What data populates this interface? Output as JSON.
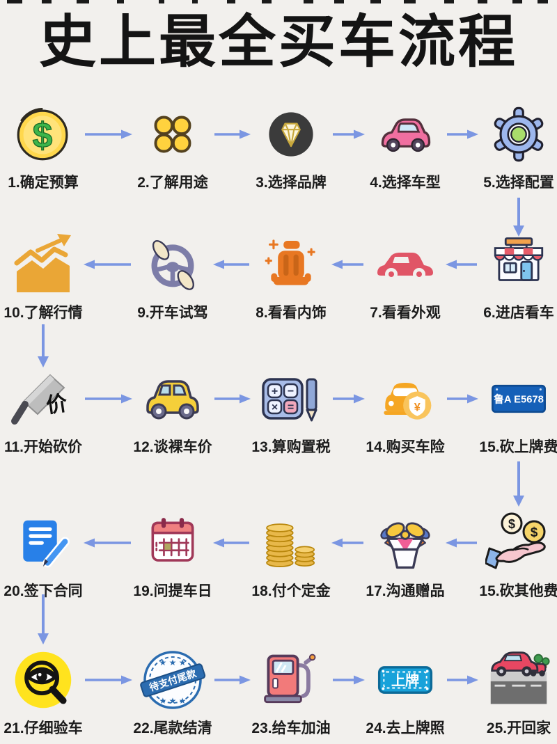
{
  "page": {
    "title": "史上最全买车流程",
    "background": "#f2f0ed",
    "arrow_color": "#7b96e2"
  },
  "steps": [
    {
      "label": "1.确定预算",
      "icon": "dollar-coin-icon"
    },
    {
      "label": "2.了解用途",
      "icon": "clover-icon"
    },
    {
      "label": "3.选择品牌",
      "icon": "diamond-badge-icon"
    },
    {
      "label": "4.选择车型",
      "icon": "pink-car-icon"
    },
    {
      "label": "5.选择配置",
      "icon": "gear-icon"
    },
    {
      "label": "6.进店看车",
      "icon": "storefront-icon"
    },
    {
      "label": "7.看看外观",
      "icon": "red-car-icon"
    },
    {
      "label": "8.看看内饰",
      "icon": "car-seat-icon"
    },
    {
      "label": "9.开车试驾",
      "icon": "steering-wheel-icon"
    },
    {
      "label": "10.了解行情",
      "icon": "market-chart-icon"
    },
    {
      "label": "11.开始砍价",
      "icon": "cleaver-icon"
    },
    {
      "label": "12.谈裸车价",
      "icon": "yellow-car-icon"
    },
    {
      "label": "13.算购置税",
      "icon": "calculator-icon"
    },
    {
      "label": "14.购买车险",
      "icon": "car-insurance-icon"
    },
    {
      "label": "15.砍上牌费",
      "icon": "license-plate-icon"
    },
    {
      "label": "15.砍其他费",
      "icon": "hand-coins-icon"
    },
    {
      "label": "17.沟通赠品",
      "icon": "gift-box-icon"
    },
    {
      "label": "18.付个定金",
      "icon": "coin-stacks-icon"
    },
    {
      "label": "19.问提车日",
      "icon": "calendar-icon"
    },
    {
      "label": "20.签下合同",
      "icon": "contract-icon"
    },
    {
      "label": "21.仔细验车",
      "icon": "eye-magnifier-icon"
    },
    {
      "label": "22.尾款结清",
      "icon": "payment-stamp-icon"
    },
    {
      "label": "23.给车加油",
      "icon": "fuel-pump-icon"
    },
    {
      "label": "24.去上牌照",
      "icon": "plate-sign-icon"
    },
    {
      "label": "25.开回家",
      "icon": "drive-home-icon"
    }
  ],
  "icon_texts": {
    "dollar": "$",
    "yuan": "¥",
    "cleaver": "价",
    "plate": "鲁A E5678",
    "stamp": "待支付尾款",
    "sign": "上牌",
    "calc": [
      "+",
      "−",
      "×",
      "="
    ]
  }
}
